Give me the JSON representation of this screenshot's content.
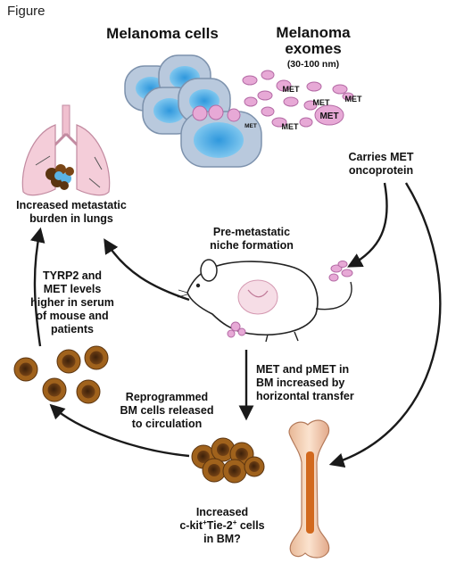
{
  "figure_tag": "Figure",
  "titles": {
    "melanoma_cells": "Melanoma cells",
    "exomes_line1": "Melanoma",
    "exomes_line2": "exomes",
    "exomes_size": "(30-100 nm)"
  },
  "met_labels": [
    "MET",
    "MET",
    "MET",
    "MET",
    "MET",
    "MET"
  ],
  "labels": {
    "carries_line1": "Carries MET",
    "carries_line2": "oncoprotein",
    "lungs_line1": "Increased metastatic",
    "lungs_line2": "burden in lungs",
    "niche_line1": "Pre-metastatic",
    "niche_line2": "niche formation",
    "tyrp2_line1": "TYRP2 and",
    "tyrp2_line2": "MET levels",
    "tyrp2_line3": "higher in serum",
    "tyrp2_line4": "of mouse and",
    "tyrp2_line5": "patients",
    "pmet_line1": "MET and pMET in",
    "pmet_line2": "BM increased by",
    "pmet_line3": "horizontal transfer",
    "reprog_line1": "Reprogrammed",
    "reprog_line2": "BM cells released",
    "reprog_line3": "to circulation",
    "ckit_line1": "Increased",
    "ckit_pre": "c-kit",
    "ckit_sup1": "+",
    "ckit_mid": "Tie-2",
    "ckit_sup2": "+",
    "ckit_post": " cells",
    "ckit_line3": "in BM?"
  },
  "colors": {
    "cell_outer": "#b8c8dc",
    "cell_inner": "#5ab4e6",
    "exosome": "#e7a9d6",
    "exosome_stroke": "#b46aa5",
    "lung": "#f4cdd9",
    "bm_cell_outer": "#a0621c",
    "bm_cell_inner": "#5a3410",
    "bone": "#f0c8a8",
    "bone_marrow": "#d2691e",
    "arrow": "#1a1a1a"
  }
}
